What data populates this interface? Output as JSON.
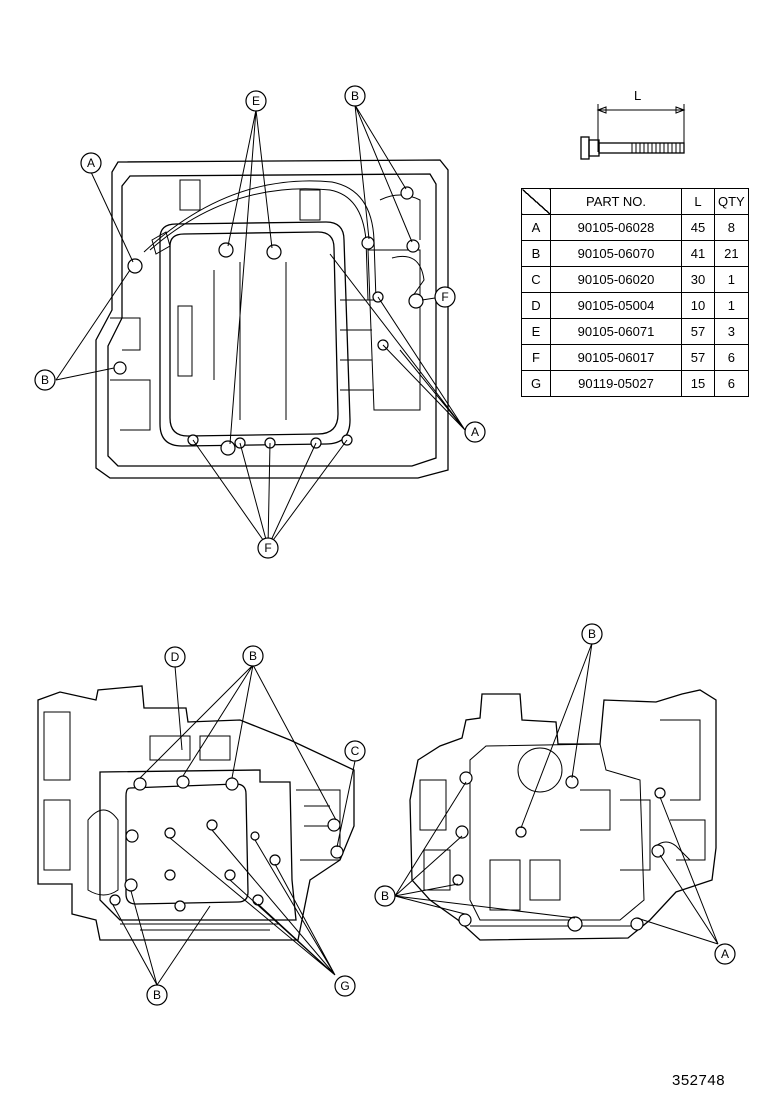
{
  "dimension_label": "L",
  "table": {
    "headers": [
      "PART NO.",
      "L",
      "QTY"
    ],
    "rows": [
      {
        "key": "A",
        "part_no": "90105-06028",
        "l": "45",
        "qty": "8"
      },
      {
        "key": "B",
        "part_no": "90105-06070",
        "l": "41",
        "qty": "21"
      },
      {
        "key": "C",
        "part_no": "90105-06020",
        "l": "30",
        "qty": "1"
      },
      {
        "key": "D",
        "part_no": "90105-05004",
        "l": "10",
        "qty": "1"
      },
      {
        "key": "E",
        "part_no": "90105-06071",
        "l": "57",
        "qty": "3"
      },
      {
        "key": "F",
        "part_no": "90105-06017",
        "l": "57",
        "qty": "6"
      },
      {
        "key": "G",
        "part_no": "90119-05027",
        "l": "15",
        "qty": "6"
      }
    ]
  },
  "callouts": {
    "top_e": "E",
    "top_b_top": "B",
    "top_a_left": "A",
    "top_f_right": "F",
    "top_b_left": "B",
    "top_a_right": "A",
    "top_f_bottom": "F",
    "bl_d": "D",
    "bl_b_top": "B",
    "bl_c": "C",
    "bl_b_bottom": "B",
    "bl_g": "G",
    "br_b_top": "B",
    "br_b_left": "B",
    "br_a": "A"
  },
  "reference_number": "352748"
}
